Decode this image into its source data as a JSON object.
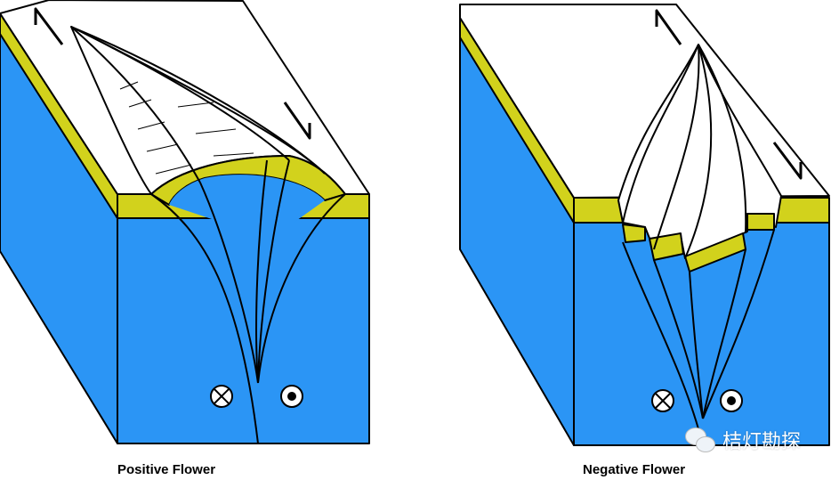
{
  "diagrams": [
    {
      "title": "Positive Flower"
    },
    {
      "title": "Negative Flower"
    }
  ],
  "watermark": {
    "text": "桔灯勘探",
    "icon": "wechat-icon"
  },
  "colors": {
    "blue": "#2b95f5",
    "yellow": "#d2d21c",
    "outline": "#000000",
    "top": "#ffffff"
  },
  "symbols": {
    "into_page": "cross-circle-icon",
    "out_of_page": "dot-circle-icon"
  }
}
